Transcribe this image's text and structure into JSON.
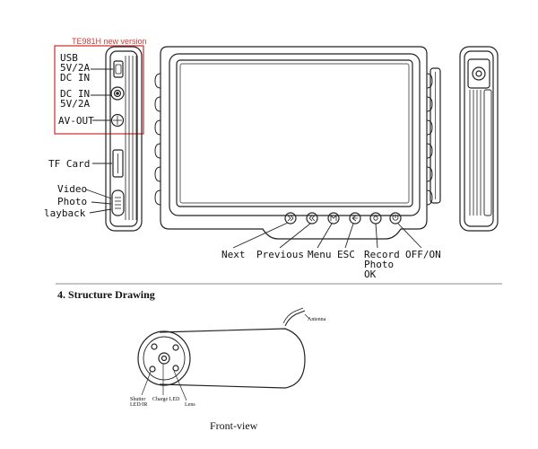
{
  "note": "TE981H new version",
  "side_labels": {
    "usb_line1": "USB",
    "usb_line2": "5V/2A",
    "usb_line3": "DC IN",
    "dcin_line1": "DC IN",
    "dcin_line2": "5V/2A",
    "avout": "AV-OUT",
    "tf_card": "TF Card",
    "video": "Video",
    "photo": "Photo",
    "playback": "layback"
  },
  "buttons": {
    "next": "Next",
    "previous": "Previous",
    "menu": "Menu",
    "esc": "ESC",
    "record_line1": "Record",
    "record_line2": "Photo",
    "record_line3": "OK",
    "power": "OFF/ON"
  },
  "section": {
    "heading": "4. Structure Drawing",
    "antenna": "Antenna",
    "shutter_line1": "Shutter",
    "shutter_line2": "LED/IR",
    "charge_led": "Charge LED",
    "lens": "Lens",
    "caption": "Front-view"
  }
}
